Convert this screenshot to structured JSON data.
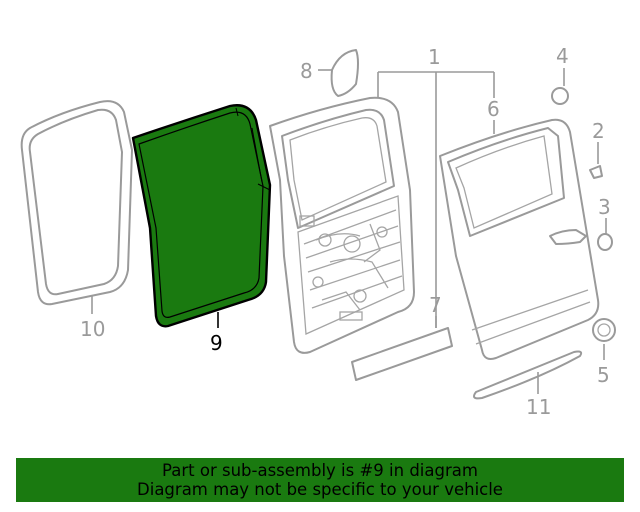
{
  "diagram": {
    "highlight_color": "#1a7a10",
    "highlighted_part": "9",
    "callouts": {
      "c1": "1",
      "c2": "2",
      "c3": "3",
      "c4": "4",
      "c5": "5",
      "c6": "6",
      "c7": "7",
      "c8": "8",
      "c9": "9",
      "c10": "10",
      "c11": "11"
    }
  },
  "banner": {
    "line1": "Part or sub-assembly is #9 in diagram",
    "line2": "Diagram may not be specific to your vehicle"
  }
}
